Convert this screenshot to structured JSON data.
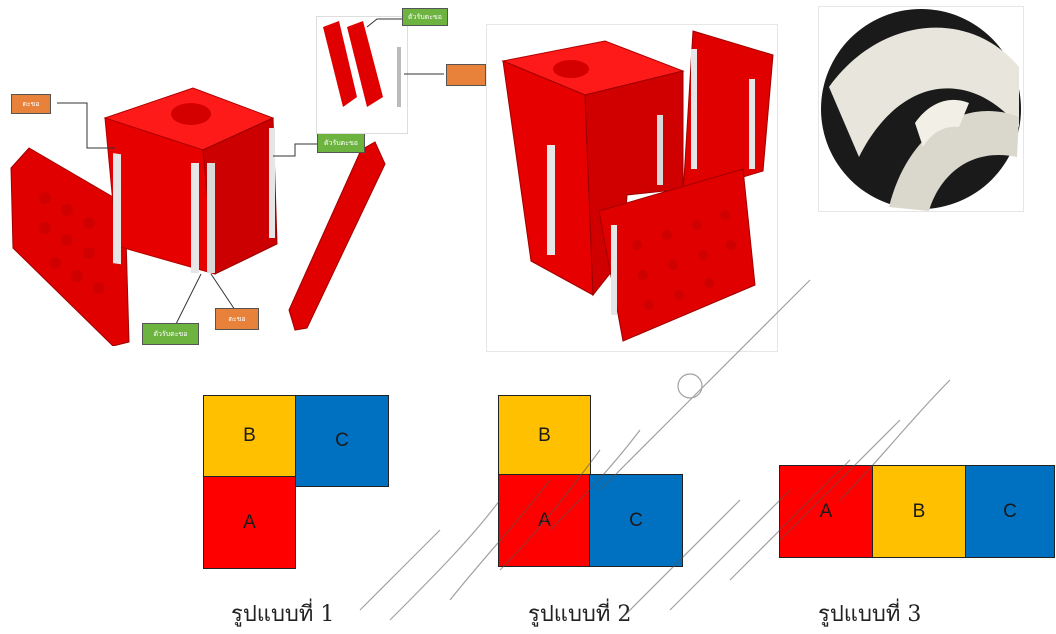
{
  "figure1": {
    "tags": {
      "top_left_orange": "ตะขอ",
      "right_green": "ตัวรับตะขอ",
      "bottom_green": "ตัวรับตะขอ",
      "bottom_orange": "ตะขอ"
    }
  },
  "figure_inset": {
    "tag_green": "ตัวรับตะขอ",
    "tag_orange": ""
  },
  "patterns": [
    {
      "caption": "รูปแบบที่ 1",
      "squares": [
        "B",
        "C",
        "A"
      ]
    },
    {
      "caption": "รูปแบบที่ 2",
      "squares": [
        "B",
        "A",
        "C"
      ]
    },
    {
      "caption": "รูปแบบที่ 3",
      "squares": [
        "A",
        "B",
        "C"
      ]
    }
  ],
  "colors": {
    "A": "#ff0000",
    "B": "#ffc000",
    "C": "#0070c0"
  }
}
